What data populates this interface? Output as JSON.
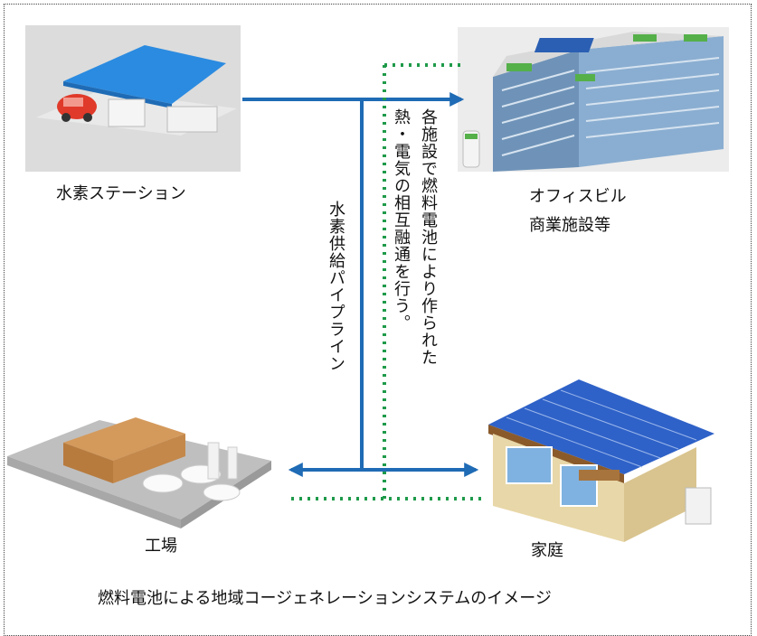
{
  "labels": {
    "station": "水素ステーション",
    "office_line1": "オフィスビル",
    "office_line2": "商業施設等",
    "factory": "工場",
    "home": "家庭",
    "pipeline": "水素供給パイプライン",
    "energy_line1": "各施設で燃料電池により作られた",
    "energy_line2": "熱・電気の相互融通を行う。",
    "caption": "燃料電池による地域コージェネレーションシステムのイメージ"
  },
  "colors": {
    "pipeline": "#1f6bb5",
    "energy_boundary": "#1f9a4a",
    "roof_blue": "#2b8be0",
    "solar_panel": "#2f62c8"
  }
}
